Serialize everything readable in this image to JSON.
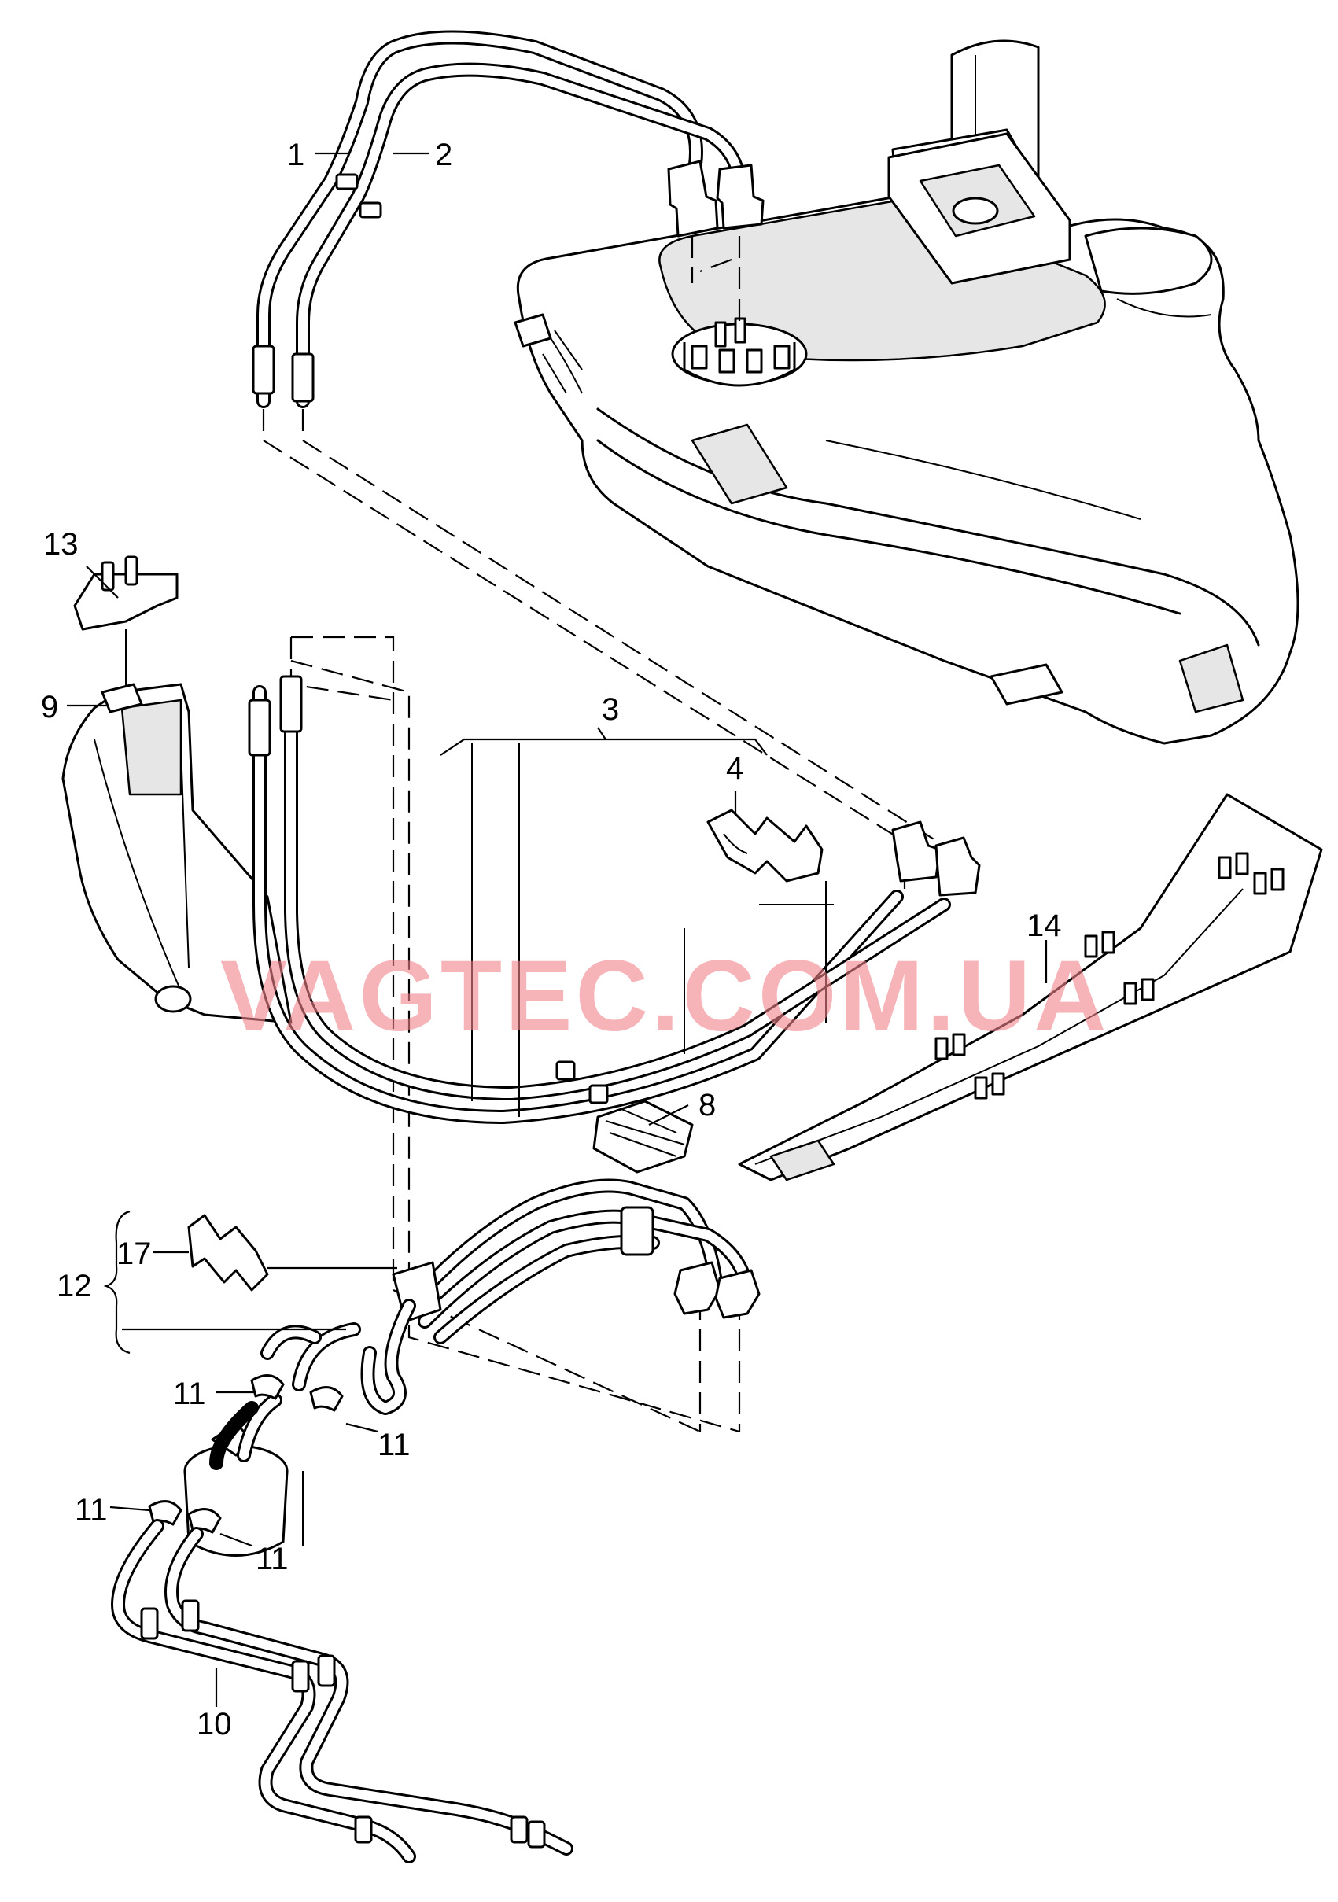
{
  "callouts": {
    "c1": "1",
    "c2": "2",
    "c3": "3",
    "c4": "4",
    "c8": "8",
    "c9": "9",
    "c10": "10",
    "c11a": "11",
    "c11b": "11",
    "c11c": "11",
    "c11d": "11",
    "c12": "12",
    "c13": "13",
    "c14": "14",
    "c17": "17"
  },
  "watermark": "VAGTEC.COM.UA"
}
